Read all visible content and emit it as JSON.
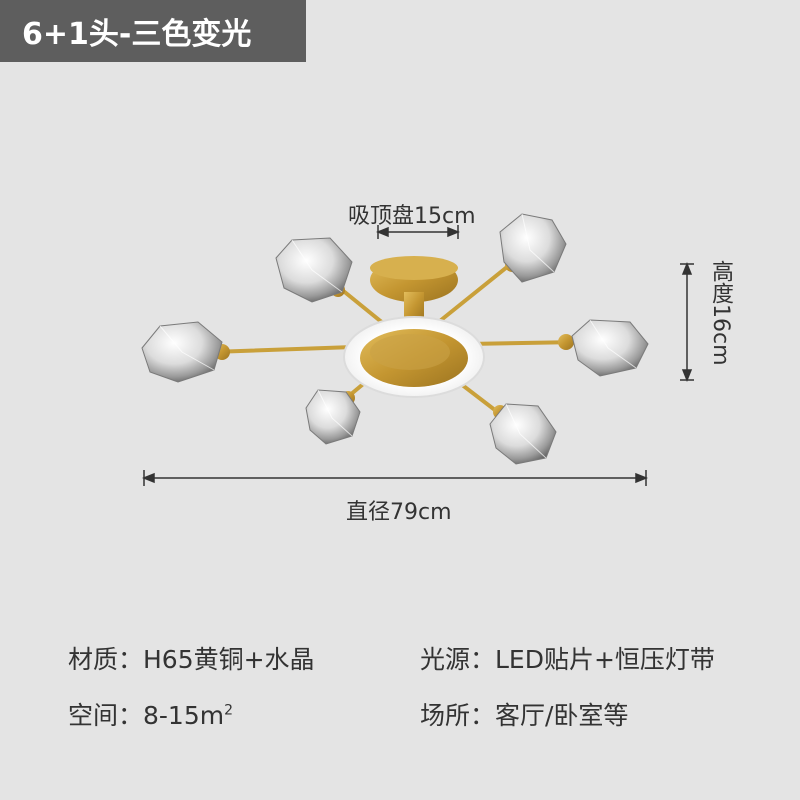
{
  "title": "6+1头-三色变光",
  "dimensions": {
    "base_label": "吸顶盘15cm",
    "height_label": "高度16cm",
    "diameter_label": "直径79cm"
  },
  "specs": {
    "material": "材质：H65黄铜+水晶",
    "light_source": "光源：LED贴片+恒压灯带",
    "space_prefix": "空间：8-15m",
    "space_sup": "2",
    "place": "场所：客厅/卧室等"
  },
  "colors": {
    "badge_bg": "#5e5e5e",
    "background": "#e4e4e4",
    "brass": "#c9a03a",
    "text": "#333333"
  }
}
